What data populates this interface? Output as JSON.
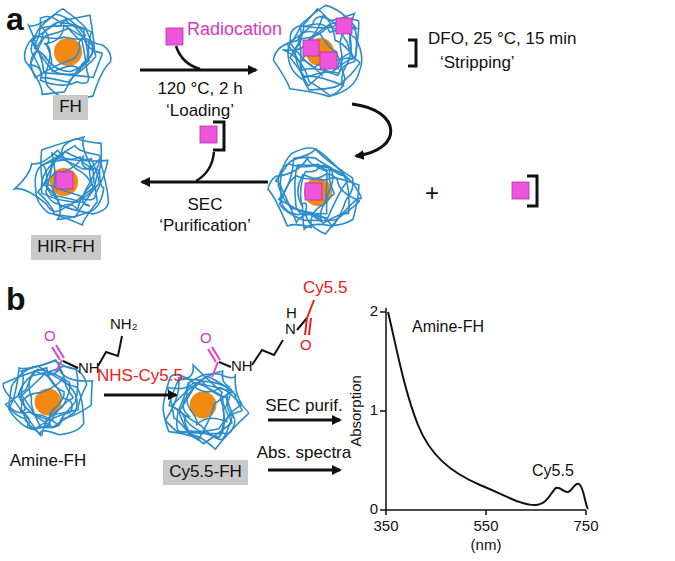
{
  "diagram": {
    "nodes": [
      {
        "text": [
          "FH"
        ]
      },
      {
        "text": [
          "HIR-FH"
        ]
      },
      {
        "text": [
          "Cy5.5-FH"
        ]
      }
    ],
    "labels": [
      "a",
      "Radiocation",
      "120 °C, 2 h",
      "‘Loading’",
      "DFO, 25 °C, 15 min",
      "‘Stripping’",
      "+",
      "SEC",
      "‘Purification’",
      "b",
      "O",
      "NH",
      "NH₂",
      "Amine-FH",
      "NHS-Cy5.5",
      "O",
      "NH",
      "H",
      "N",
      "Cy5.5",
      "O",
      "SEC purif.",
      "Abs. spectra",
      "2",
      "1",
      "0",
      "350",
      "550",
      "750",
      "(nm)",
      "Absorption",
      "Amine-FH",
      "Cy5.5"
    ]
  }
}
